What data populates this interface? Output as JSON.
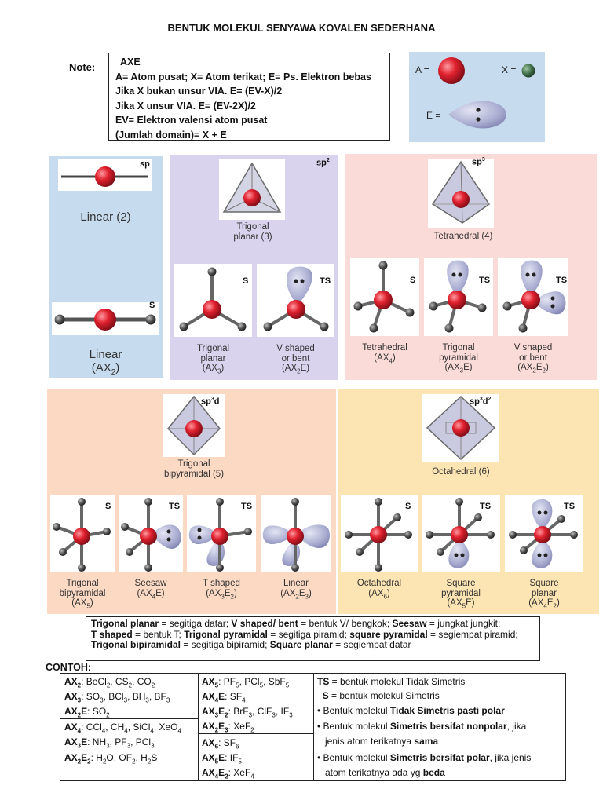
{
  "title": "BENTUK MOLEKUL SENYAWA KOVALEN SEDERHANA",
  "note": {
    "label": "Note:",
    "lines": [
      "AXE",
      "A= Atom pusat;  X= Atom terikat; E= Ps. Elektron bebas",
      "Jika X bukan unsur VIA.  E= (EV-X)/2",
      "Jika X unsur VIA.  E= (EV-2X)/2",
      "EV= Elektron valensi atom pusat",
      "(Jumlah domain)= X + E"
    ]
  },
  "legend": {
    "a": "A =",
    "x": "X =",
    "e": "E ="
  },
  "colors": {
    "blue": "#c6dcee",
    "purple": "#d9d3ee",
    "pink": "#fbdbd8",
    "peach": "#fbd9c3",
    "yellow": "#fde5b3",
    "atom_red": "#e0202e",
    "atom_gray": "#555555",
    "lobe": "#b8bbd8"
  },
  "panels": {
    "linear": {
      "hyb": "sp",
      "geom_label": "Linear (2)",
      "tag": "S",
      "name": "Linear",
      "formula": "(AX",
      "formula_sub": "2",
      "formula_end": ")"
    },
    "trigonal": {
      "hyb": "sp",
      "hyb_sup": "2",
      "geom_label_1": "Trigonal",
      "geom_label_2": "planar (3)",
      "s_tag": "S",
      "ts_tag": "TS",
      "s_cap": [
        "Trigonal",
        "planar"
      ],
      "s_formula": "(AX",
      "s_formula_sub": "3",
      "s_formula_end": ")",
      "ts_cap": [
        "V shaped",
        "or bent"
      ],
      "ts_formula": "(AX",
      "ts_formula_sub": "2",
      "ts_formula_end": "E)"
    },
    "tetrahedral": {
      "hyb": "sp",
      "hyb_sup": "3",
      "geom_label": "Tetrahedral (4)",
      "tags": [
        "S",
        "TS",
        "TS"
      ],
      "c1": [
        "Tetrahedral"
      ],
      "c1_formula": "(AX",
      "c1_sub": "4",
      "c1_end": ")",
      "c2": [
        "Trigonal",
        "pyramidal"
      ],
      "c2_formula": "(AX",
      "c2_sub": "3",
      "c2_end": "E)",
      "c3": [
        "V shaped",
        "or bent"
      ],
      "c3_formula": "(AX",
      "c3_sub": "2",
      "c3_mid": "E",
      "c3_sub2": "2",
      "c3_end": ")"
    },
    "bipyramidal": {
      "hyb": "sp",
      "hyb_sup": "3",
      "hyb_end": "d",
      "geom_label_1": "Trigonal",
      "geom_label_2": "bipyramidal (5)",
      "tags": [
        "S",
        "TS",
        "TS",
        ""
      ],
      "c1": [
        "Trigonal",
        "bipyramidal"
      ],
      "c1_formula": "(AX",
      "c1_sub": "5",
      "c1_end": ")",
      "c2": [
        "Seesaw"
      ],
      "c2_formula": "(AX",
      "c2_sub": "4",
      "c2_end": "E)",
      "c3": [
        "T shaped"
      ],
      "c3_formula": "(AX",
      "c3_sub": "3",
      "c3_mid": "E",
      "c3_sub2": "2",
      "c3_end": ")",
      "c4": [
        "Linear"
      ],
      "c4_formula": "(AX",
      "c4_sub": "2",
      "c4_mid": "E",
      "c4_sub2": "3",
      "c4_end": ")"
    },
    "octahedral": {
      "hyb": "sp",
      "hyb_sup": "3",
      "hyb_end": "d",
      "hyb_sup2": "2",
      "geom_label": "Octahedral  (6)",
      "tags": [
        "S",
        "TS",
        "TS"
      ],
      "c1": [
        "Octahedral"
      ],
      "c1_formula": "(AX",
      "c1_sub": "6",
      "c1_end": ")",
      "c2": [
        "Square",
        "pyramidal"
      ],
      "c2_formula": "(AX",
      "c2_sub": "5",
      "c2_end": "E)",
      "c3": [
        "Square",
        "planar"
      ],
      "c3_formula": "(AX",
      "c3_sub": "4",
      "c3_mid": "E",
      "c3_sub2": "2",
      "c3_end": ")"
    }
  },
  "definitions": {
    "l1a": "Trigonal planar",
    "l1b": " = segitiga datar;  ",
    "l1c": "V shaped/ bent",
    "l1d": " = bentuk V/ bengkok;  ",
    "l1e": "Seesaw",
    "l1f": " = jungkat jungkit;",
    "l2a": "T shaped",
    "l2b": " = bentuk T; ",
    "l2c": "Trigonal pyramidal",
    "l2d": " = segitiga piramid;  ",
    "l2e": "square pyramidal",
    "l2f": " = segiempat piramid;",
    "l3a": "Trigonal bipiramidal",
    "l3b": " = segitiga bipiramid;  ",
    "l3c": "Square planar",
    "l3d": " = segiempat datar"
  },
  "contoh": {
    "label": "CONTOH:",
    "ax2_head": "AX",
    "ax2_sub": "2",
    "ax2_body": ": BeCl",
    "ax2_b1": "2",
    "ax2_b2": ", CS",
    "ax2_b3": "2",
    "ax2_b4": ", CO",
    "ax2_b5": "2",
    "ax3_head": "AX",
    "ax3_sub": "3",
    "ax3_body": ": SO",
    "ax3_b1": "3",
    "ax3_b2": ", BCl",
    "ax3_b3": "3",
    "ax3_b4": ", BH",
    "ax3_b5": "3",
    "ax3_b6": ", BF",
    "ax3_b7": "3",
    "ax2e_head": "AX",
    "ax2e_sub": "2",
    "ax2e_e": "E",
    "ax2e_body": ": SO",
    "ax2e_b1": "2",
    "ax4_head": "AX",
    "ax4_sub": "4",
    "ax4_body": ": CCl",
    "ax4_b1": "4",
    "ax4_b2": ", CH",
    "ax4_b3": "4",
    "ax4_b4": ", SiCl",
    "ax4_b5": "4",
    "ax4_b6": ", XeO",
    "ax4_b7": "4",
    "ax3e_head": "AX",
    "ax3e_sub": "3",
    "ax3e_e": "E",
    "ax3e_body": ": NH",
    "ax3e_b1": "3",
    "ax3e_b2": ", PF",
    "ax3e_b3": "3",
    "ax3e_b4": ", PCl",
    "ax3e_b5": "3",
    "ax2e2_head": "AX",
    "ax2e2_sub": "2",
    "ax2e2_e": "E",
    "ax2e2_sub2": "2",
    "ax2e2_body": ": H",
    "ax2e2_b1": "2",
    "ax2e2_b2": "O, OF",
    "ax2e2_b3": "2",
    "ax2e2_b4": ", H",
    "ax2e2_b5": "2",
    "ax2e2_b6": "S",
    "ax5_head": "AX",
    "ax5_sub": "5",
    "ax5_body": ": PF",
    "ax5_b1": "5",
    "ax5_b2": ", PCl",
    "ax5_b3": "5",
    "ax5_b4": ", SbF",
    "ax5_b5": "5",
    "ax4e_head": "AX",
    "ax4e_sub": "4",
    "ax4e_e": "E",
    "ax4e_body": ": SF",
    "ax4e_b1": "4",
    "ax3e2_head": "AX",
    "ax3e2_sub": "3",
    "ax3e2_e": "E",
    "ax3e2_sub2": "2",
    "ax3e2_body": ": BrF",
    "ax3e2_b1": "3",
    "ax3e2_b2": ", ClF",
    "ax3e2_b3": "3",
    "ax3e2_b4": ", IF",
    "ax3e2_b5": "3",
    "ax2e3_head": "AX",
    "ax2e3_sub": "2",
    "ax2e3_e": "E",
    "ax2e3_sub2": "3",
    "ax2e3_body": ": XeF",
    "ax2e3_b1": "2",
    "ax6_head": "AX",
    "ax6_sub": "6",
    "ax6_body": ": SF",
    "ax6_b1": "6",
    "ax5e_head": "AX",
    "ax5e_sub": "5",
    "ax5e_e": "E",
    "ax5e_body": ": IF",
    "ax5e_b1": "5",
    "ax4e2_head": "AX",
    "ax4e2_sub": "4",
    "ax4e2_e": "E",
    "ax4e2_sub2": "2",
    "ax4e2_body": ": XeF",
    "ax4e2_b1": "4",
    "r1a": "TS",
    "r1b": " = bentuk molekul Tidak Simetris",
    "r2a": "  S",
    "r2b": " = bentuk molekul Simetris",
    "bullet": "•",
    "r3a": " Bentuk molekul ",
    "r3b": "Tidak Simetris pasti polar",
    "r4a": " Bentuk molekul ",
    "r4b": "Simetris bersifat nonpolar",
    "r4c": ", jika",
    "r5a": "   jenis atom terikatnya ",
    "r5b": "sama",
    "r6a": " Bentuk molekul ",
    "r6b": "Simetris bersifat polar",
    "r6c": ", jika jenis",
    "r7a": "   atom terikatnya ada yg ",
    "r7b": "beda"
  }
}
